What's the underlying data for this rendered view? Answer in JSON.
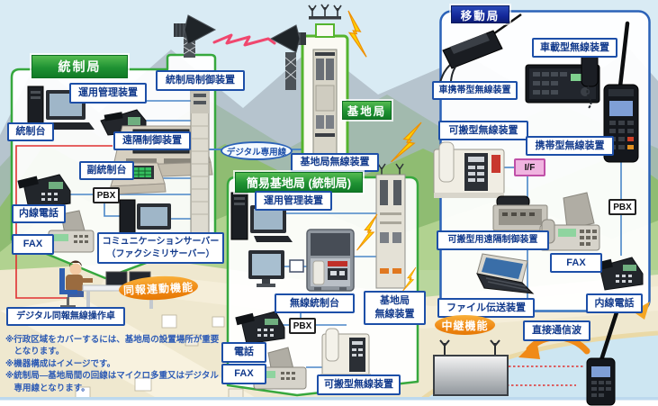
{
  "colors": {
    "region_green": "#37a83e",
    "region_blue": "#2b62b8",
    "label_border_blue": "#1d4fa8",
    "label_text_navy": "#123a8c",
    "mobile_header_navy": "#16329a",
    "function_orange": "#ee8410",
    "interface_pink": "#f0b4e0",
    "note_blue": "#2d5bb5",
    "line_blue": "#4a86c8",
    "line_red": "#e03030",
    "lightning_yellow": "#ffd200"
  },
  "control_station": {
    "title": "統制局",
    "operation_mgmt": "運用管理装置",
    "controller_unit": "統制局制御装置",
    "console": "統制台",
    "remote_control": "遠隔制御装置",
    "sub_console": "副統制台",
    "pbx": "PBX",
    "extension_phone": "内線電話",
    "fax": "FAX",
    "comm_server_line1": "コミュニケーションサーバー",
    "comm_server_line2": "（ファクシミリサーバー）",
    "broadcast_console": "デジタル同報無線操作卓",
    "broadcast_link_function": "同報連動機能"
  },
  "base_station": {
    "title": "基地局",
    "radio_unit": "基地局無線装置",
    "digital_line": "デジタル専用線"
  },
  "simple_base_station": {
    "title": "簡易基地局 (統制局)",
    "operation_mgmt": "運用管理装置",
    "radio_console": "無線統制台",
    "radio_unit_line1": "基地局",
    "radio_unit_line2": "無線装置",
    "pbx": "PBX",
    "phone": "電話",
    "fax": "FAX",
    "portable_radio": "可搬型無線装置"
  },
  "mobile_station": {
    "title": "移動局",
    "vehicle_radio": "車載型無線装置",
    "vehicle_portable_radio": "車携帯型無線装置",
    "portable_radio": "可搬型無線装置",
    "handheld_radio": "携帯型無線装置",
    "interface": "I/F",
    "portable_remote_control": "可搬型用遠隔制御装置",
    "fax": "FAX",
    "pbx": "PBX",
    "extension_phone": "内線電話",
    "file_transfer": "ファイル伝送装置"
  },
  "relay": {
    "relay_function": "中継機能",
    "direct_wave": "直接通信波"
  },
  "notes": [
    "※行政区域をカバーするには、基地局の設置場所が重要",
    "　となります。",
    "※機器構成はイメージです。",
    "※統制局―基地局間の回線はマイクロ多重又はデジタル",
    "　専用線となります。"
  ]
}
